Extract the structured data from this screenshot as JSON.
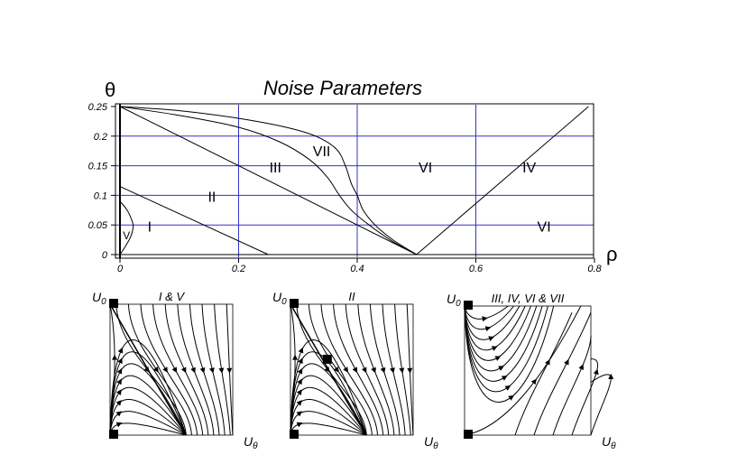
{
  "chart_data": {
    "type": "line",
    "title": "Noise Parameters",
    "xlabel": "ρ",
    "ylabel": "θ",
    "xlim": [
      0,
      0.8
    ],
    "ylim": [
      0,
      0.25
    ],
    "xticks": [
      "0",
      "0.2",
      "0.4",
      "0.6",
      "0.8"
    ],
    "yticks": [
      "0",
      "0.05",
      "0.1",
      "0.15",
      "0.2",
      "0.25"
    ],
    "xtick_values": [
      0,
      0.2,
      0.4,
      0.6,
      0.8
    ],
    "ytick_values": [
      0,
      0.05,
      0.1,
      0.15,
      0.2,
      0.25
    ],
    "grid": {
      "x": [
        0.2,
        0.4,
        0.6
      ],
      "y": [
        0.05,
        0.1,
        0.15,
        0.2
      ],
      "color": "#3333cc"
    },
    "curves": [
      {
        "points": [
          [
            0,
            0.115
          ],
          [
            0.25,
            0
          ]
        ]
      },
      {
        "points": [
          [
            0,
            0.25
          ],
          [
            0.5,
            0
          ]
        ]
      },
      {
        "points": [
          [
            0,
            0.09
          ],
          [
            0.012,
            0.075
          ],
          [
            0.021,
            0.055
          ],
          [
            0.022,
            0.045
          ],
          [
            0.018,
            0.03
          ],
          [
            0.008,
            0.012
          ],
          [
            0,
            0
          ]
        ]
      },
      {
        "points": [
          [
            0,
            0.25
          ],
          [
            0.1,
            0.235
          ],
          [
            0.2,
            0.215
          ],
          [
            0.27,
            0.19
          ],
          [
            0.32,
            0.16
          ],
          [
            0.35,
            0.13
          ],
          [
            0.37,
            0.1
          ],
          [
            0.39,
            0.075
          ],
          [
            0.42,
            0.05
          ],
          [
            0.46,
            0.022
          ],
          [
            0.5,
            0
          ]
        ]
      },
      {
        "points": [
          [
            0,
            0.25
          ],
          [
            0.1,
            0.243
          ],
          [
            0.2,
            0.23
          ],
          [
            0.28,
            0.215
          ],
          [
            0.33,
            0.2
          ],
          [
            0.365,
            0.178
          ],
          [
            0.38,
            0.15
          ],
          [
            0.39,
            0.12
          ],
          [
            0.4,
            0.1
          ],
          [
            0.41,
            0.075
          ],
          [
            0.43,
            0.05
          ],
          [
            0.46,
            0.025
          ],
          [
            0.5,
            0
          ]
        ]
      },
      {
        "points": [
          [
            0.5,
            0
          ],
          [
            0.79,
            0.25
          ]
        ]
      }
    ],
    "region_labels": [
      {
        "text": "I",
        "x": 0.05,
        "y": 0.048
      },
      {
        "text": "V",
        "x": 0.011,
        "y": 0.035
      },
      {
        "text": "II",
        "x": 0.155,
        "y": 0.098
      },
      {
        "text": "III",
        "x": 0.262,
        "y": 0.148
      },
      {
        "text": "VII",
        "x": 0.34,
        "y": 0.175
      },
      {
        "text": "VI",
        "x": 0.515,
        "y": 0.148
      },
      {
        "text": "IV",
        "x": 0.69,
        "y": 0.148
      },
      {
        "text": "VI",
        "x": 0.715,
        "y": 0.048
      }
    ]
  },
  "panels": [
    {
      "title": "I & V",
      "ylabel": "U",
      "ysub": "0",
      "xlabel": "U",
      "xsub": "θ"
    },
    {
      "title": "II",
      "ylabel": "U",
      "ysub": "0",
      "xlabel": "U",
      "xsub": "θ"
    },
    {
      "title": "III, IV, VI & VII",
      "ylabel": "U",
      "ysub": "0",
      "xlabel": "U",
      "xsub": "θ"
    }
  ]
}
